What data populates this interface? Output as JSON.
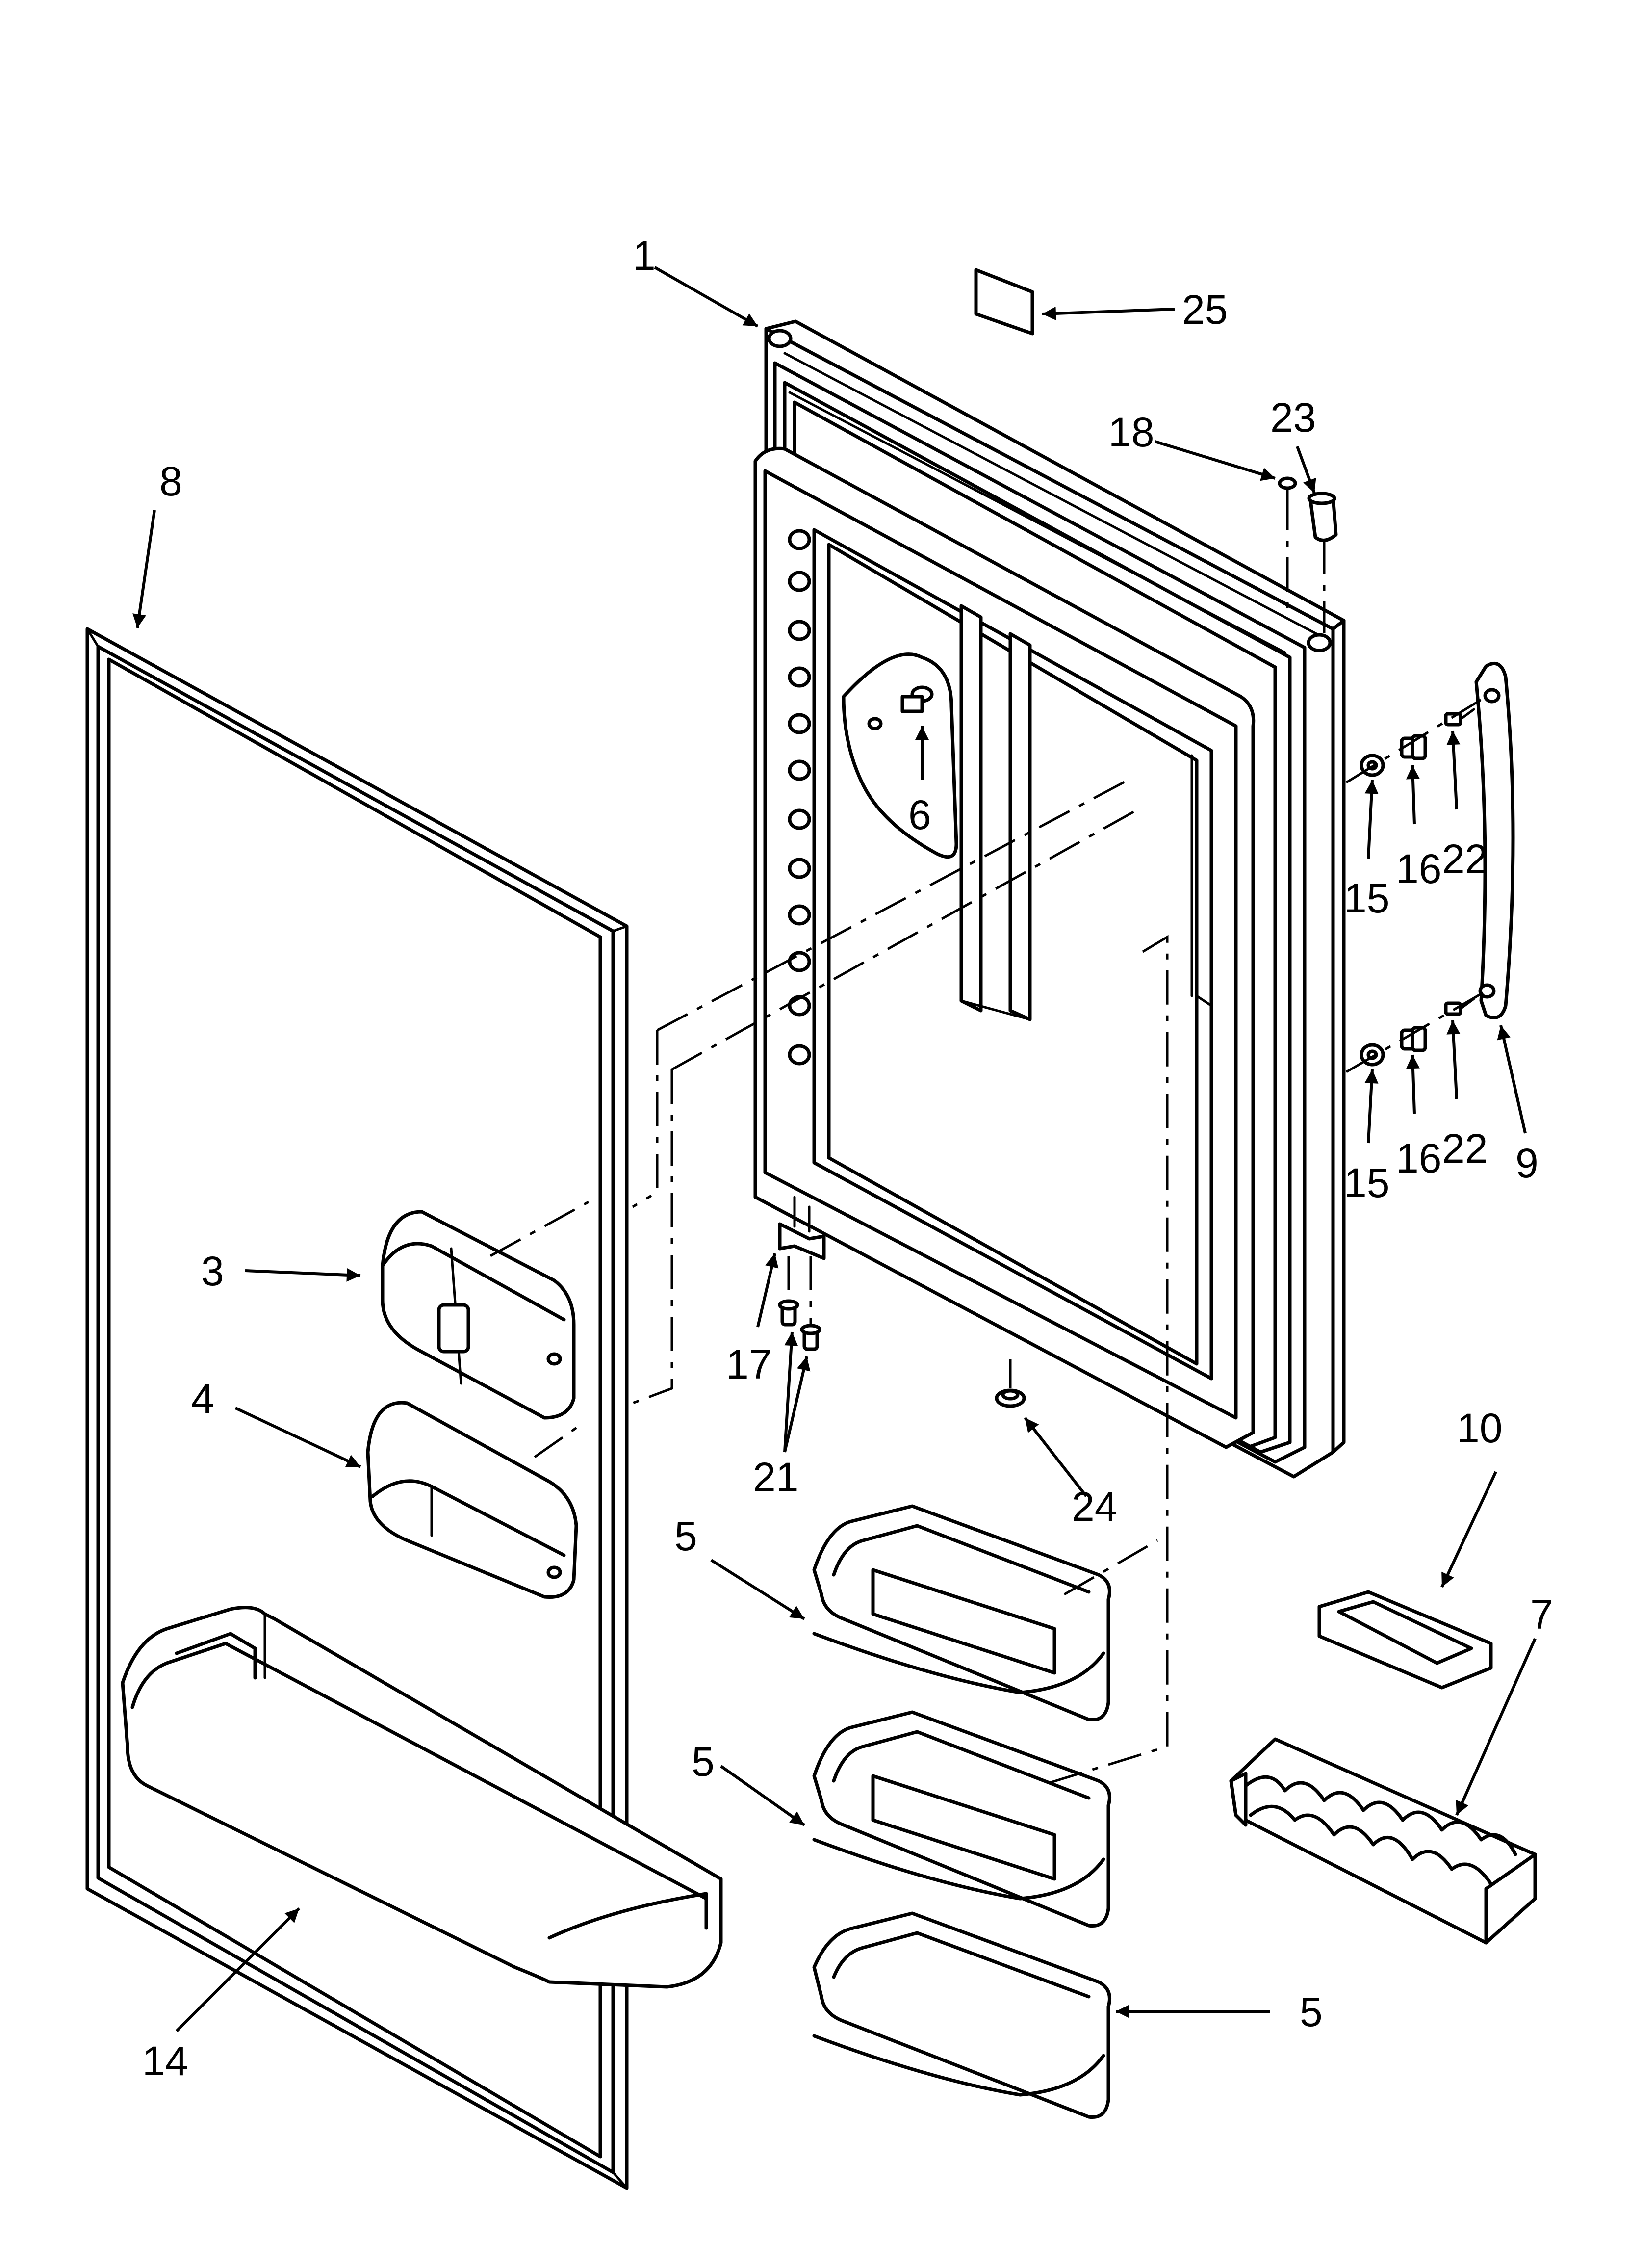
{
  "callouts": {
    "c1": "1",
    "c25": "25",
    "c18": "18",
    "c23": "23",
    "c8": "8",
    "c6": "6",
    "c15a": "15",
    "c16a": "16",
    "c22a": "22",
    "c15b": "15",
    "c16b": "16",
    "c22b": "22",
    "c9": "9",
    "c3": "3",
    "c4": "4",
    "c17": "17",
    "c21": "21",
    "c24": "24",
    "c10": "10",
    "c5a": "5",
    "c5b": "5",
    "c5c": "5",
    "c7": "7",
    "c14": "14"
  }
}
